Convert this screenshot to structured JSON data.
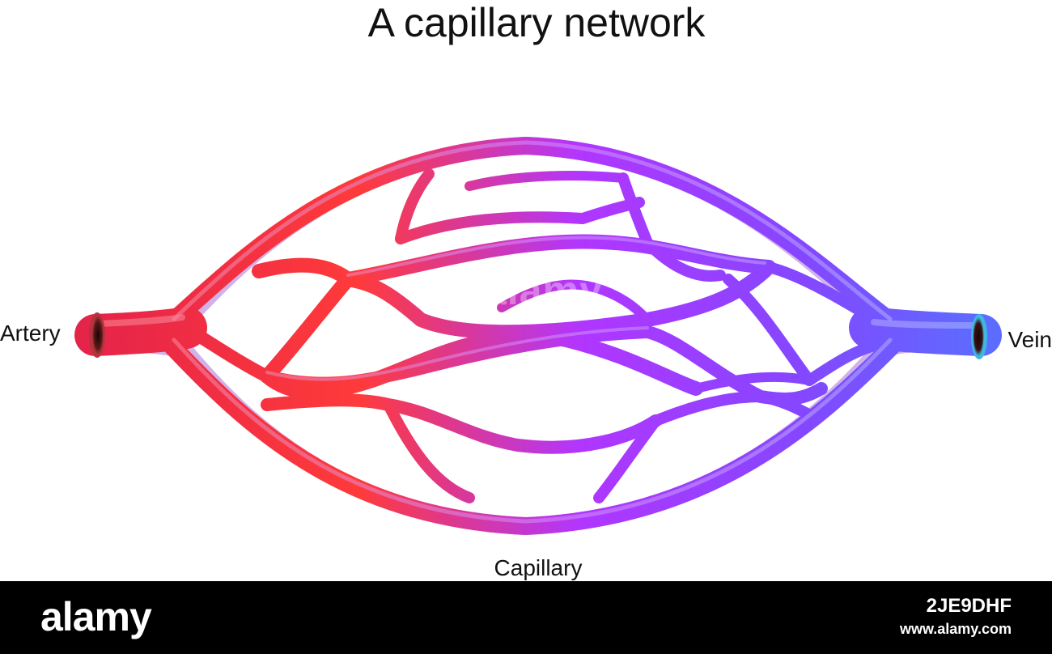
{
  "title": "A capillary network",
  "labels": {
    "artery": "Artery",
    "vein": "Vein",
    "capillary": "Capillary"
  },
  "watermark": "alamy",
  "footer": {
    "brand": "alamy",
    "image_id": "2JE9DHF",
    "site": "www.alamy.com"
  },
  "colors": {
    "artery": "#ff2e2e",
    "mid": "#a533ff",
    "vein": "#5c6cff",
    "lumen_dark": "#3a1010",
    "vein_rim": "#3fb8e0",
    "footer_bg": "#000000"
  }
}
